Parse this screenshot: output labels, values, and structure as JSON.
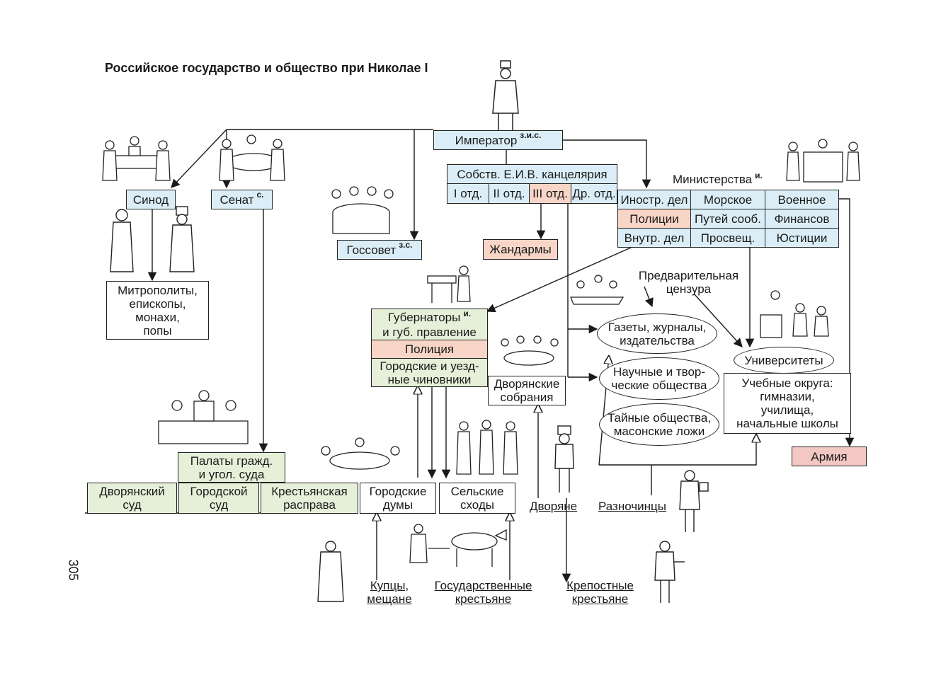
{
  "title": "Российское государство и общество при Николае I",
  "page_number": "305",
  "emperor": {
    "label": "Император",
    "sup": "з.и.с."
  },
  "chancellery": {
    "title": "Собств. Е.И.В. канцелярия",
    "departments": [
      "I отд.",
      "II отд.",
      "III отд.",
      "Др. отд."
    ]
  },
  "synod": {
    "label": "Синод"
  },
  "senate": {
    "label": "Сенат",
    "sup": "с."
  },
  "gossovet": {
    "label": "Госсовет",
    "sup": "з.с."
  },
  "gendarmes": {
    "label": "Жандармы"
  },
  "clergy": {
    "lines": [
      "Митрополиты,",
      "епископы,",
      "монахи,",
      "попы"
    ]
  },
  "ministries": {
    "title": "Министерства",
    "sup": "и.",
    "cells": [
      "Иностр. дел",
      "Морское",
      "Военное",
      "Полиции",
      "Путей сооб.",
      "Финансов",
      "Внутр. дел",
      "Просвещ.",
      "Юстиции"
    ]
  },
  "governors": {
    "title_line1": "Губернаторы",
    "sup": "и.",
    "title_line2": "и губ. правление",
    "police": "Полиция",
    "officials_line1": "Городские и уезд-",
    "officials_line2": "ные чиновники"
  },
  "noble_assemblies": {
    "line1": "Дворянские",
    "line2": "собрания"
  },
  "censorship": {
    "line1": "Предварительная",
    "line2": "цензура"
  },
  "press": {
    "line1": "Газеты, журналы,",
    "line2": "издательства"
  },
  "science": {
    "line1": "Научные и твор-",
    "line2": "ческие общества"
  },
  "secret": {
    "line1": "Тайные общества,",
    "line2": "масонские ложи"
  },
  "universities": {
    "label": "Университеты"
  },
  "school_districts": {
    "lines": [
      "Учебные округа:",
      "гимназии,",
      "училища,",
      "начальные школы"
    ]
  },
  "army": {
    "label": "Армия"
  },
  "chambers": {
    "line1": "Палаты гражд.",
    "line2": "и угол. суда"
  },
  "courts": [
    {
      "line1": "Дворянский",
      "line2": "суд"
    },
    {
      "line1": "Городской",
      "line2": "суд"
    },
    {
      "line1": "Крестьянская",
      "line2": "расправа"
    }
  ],
  "city_dumas": {
    "line1": "Городские",
    "line2": "думы"
  },
  "village": {
    "line1": "Сельские",
    "line2": "сходы"
  },
  "estates": {
    "nobles": "Дворяне",
    "raznochintsy": "Разночинцы",
    "merchants_line1": "Купцы,",
    "merchants_line2": "мещане",
    "state_peasants_line1": "Государственные",
    "state_peasants_line2": "крестьяне",
    "serfs_line1": "Крепостные",
    "serfs_line2": "крестьяне"
  },
  "colors": {
    "blue": "#dbeef7",
    "green": "#e6efd8",
    "orange": "#f8d5c6",
    "red": "#f3c7c4"
  }
}
